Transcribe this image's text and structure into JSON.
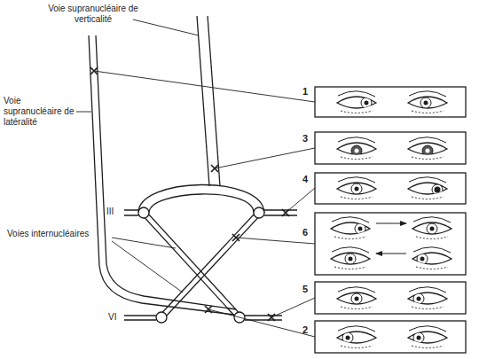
{
  "diagram": {
    "labels": [
      "Voie supranucléaire de verticalité",
      "1",
      "Voie supranucléaire de latéralité",
      "3",
      "III",
      "4",
      "Voies internucléaires",
      "6",
      "VI",
      "5",
      "2"
    ]
  }
}
